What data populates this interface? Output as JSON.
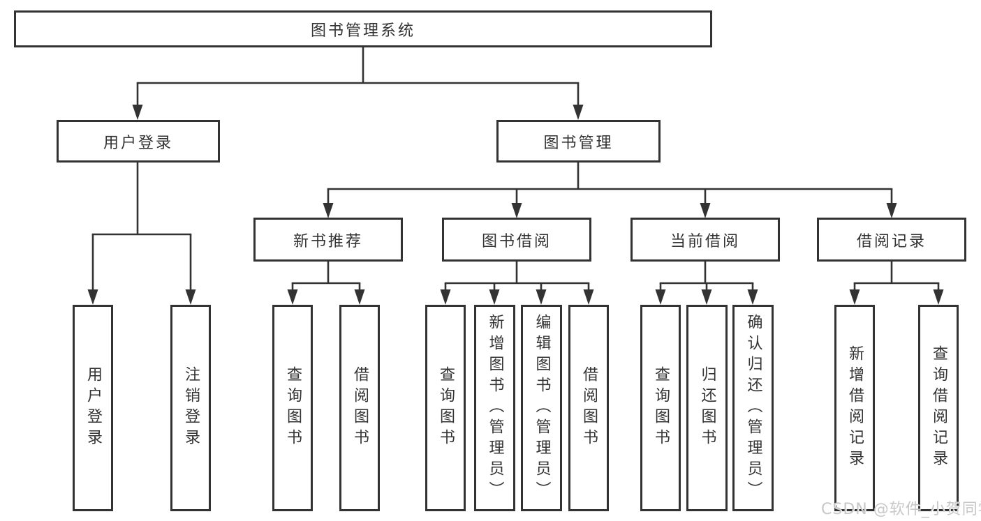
{
  "tree": {
    "root": {
      "label": "图书管理系统"
    },
    "branches": [
      {
        "label": "用户登录",
        "leaves": [
          {
            "label": "用户登录"
          },
          {
            "label": "注销登录"
          }
        ]
      },
      {
        "label": "图书管理",
        "groups": [
          {
            "label": "新书推荐",
            "leaves": [
              {
                "label": "查询图书"
              },
              {
                "label": "借阅图书"
              }
            ]
          },
          {
            "label": "图书借阅",
            "leaves": [
              {
                "label": "查询图书"
              },
              {
                "label": "新增图书（管理员）"
              },
              {
                "label": "编辑图书（管理员）"
              },
              {
                "label": "借阅图书"
              }
            ]
          },
          {
            "label": "当前借阅",
            "leaves": [
              {
                "label": "查询图书"
              },
              {
                "label": "归还图书"
              },
              {
                "label": "确认归还（管理员）"
              }
            ]
          },
          {
            "label": "借阅记录",
            "leaves": [
              {
                "label": "新增借阅记录"
              },
              {
                "label": "查询借阅记录"
              }
            ]
          }
        ]
      }
    ]
  },
  "watermark": {
    "text": "CSDN @软件_小贺同学"
  },
  "colors": {
    "line": "#333333",
    "text": "#333333",
    "background": "#ffffff",
    "watermark": "#c7c7c7"
  }
}
